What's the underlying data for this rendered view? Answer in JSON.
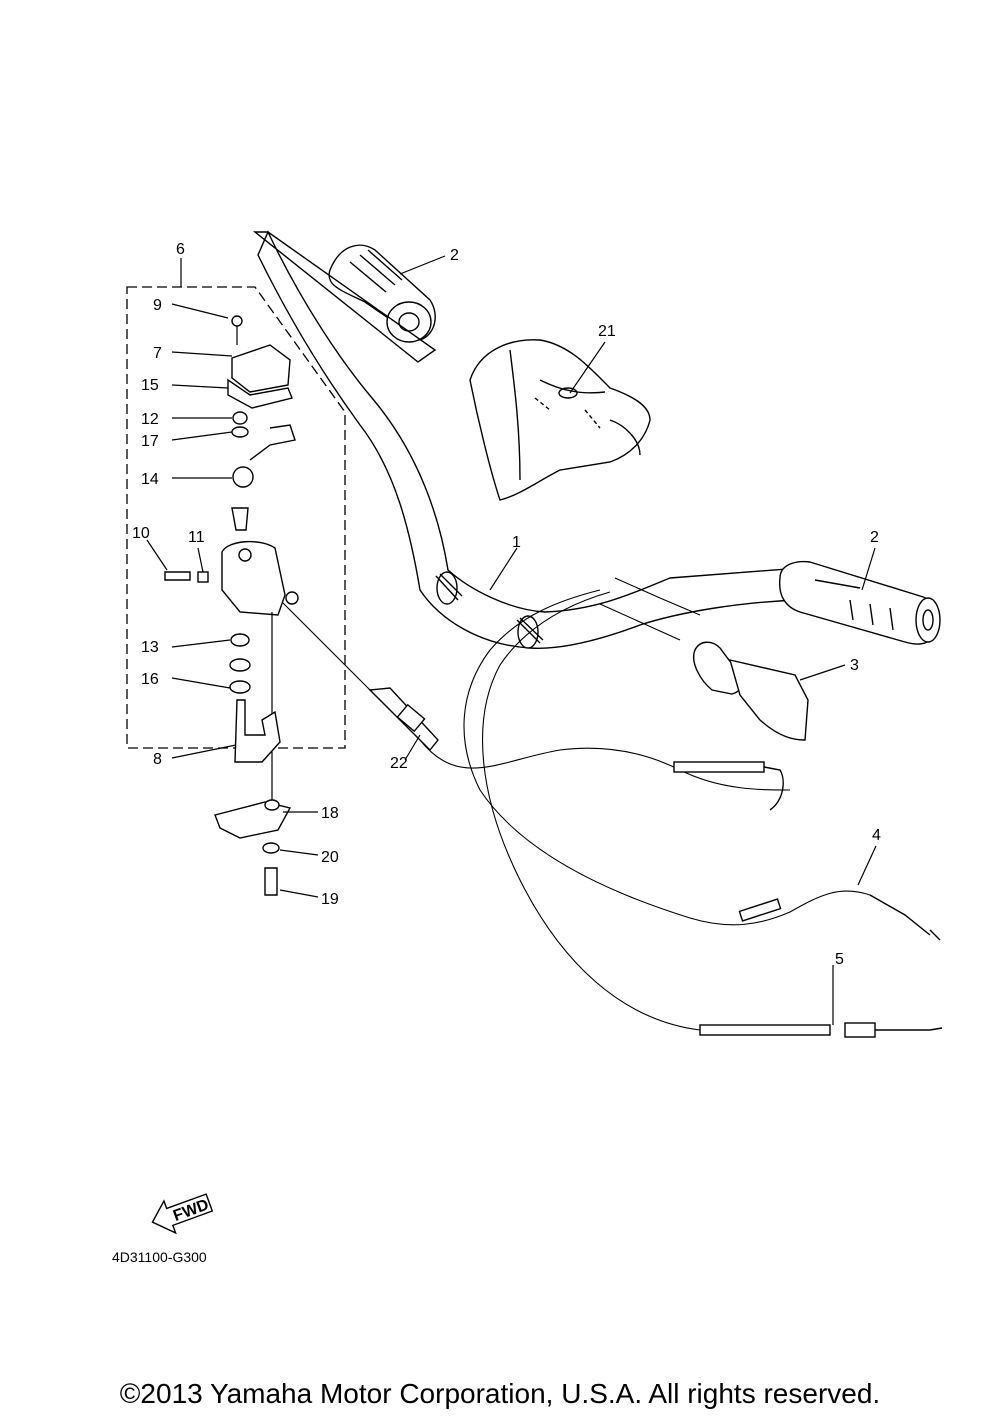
{
  "callouts": [
    {
      "id": "1",
      "text": "1"
    },
    {
      "id": "2a",
      "text": "2"
    },
    {
      "id": "2b",
      "text": "2"
    },
    {
      "id": "3",
      "text": "3"
    },
    {
      "id": "4",
      "text": "4"
    },
    {
      "id": "5",
      "text": "5"
    },
    {
      "id": "6",
      "text": "6"
    },
    {
      "id": "7",
      "text": "7"
    },
    {
      "id": "8",
      "text": "8"
    },
    {
      "id": "9",
      "text": "9"
    },
    {
      "id": "10",
      "text": "10"
    },
    {
      "id": "11",
      "text": "11"
    },
    {
      "id": "12",
      "text": "12"
    },
    {
      "id": "13",
      "text": "13"
    },
    {
      "id": "14",
      "text": "14"
    },
    {
      "id": "15",
      "text": "15"
    },
    {
      "id": "16",
      "text": "16"
    },
    {
      "id": "17",
      "text": "17"
    },
    {
      "id": "18",
      "text": "18"
    },
    {
      "id": "19",
      "text": "19"
    },
    {
      "id": "20",
      "text": "20"
    },
    {
      "id": "21",
      "text": "21"
    },
    {
      "id": "22",
      "text": "22"
    }
  ],
  "fwd_label": "FWD",
  "diagram_code": "4D31100-G300",
  "copyright": "©2013 Yamaha Motor Corporation, U.S.A. All rights reserved."
}
